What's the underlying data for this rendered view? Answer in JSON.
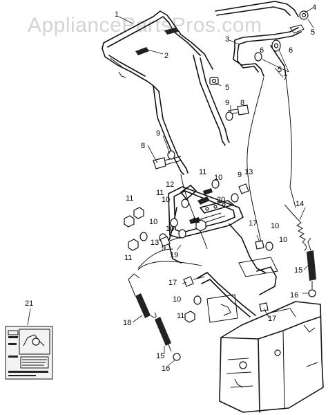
{
  "watermark": "AppliancePartsPros.com",
  "callouts": {
    "c1": "1",
    "c2": "2",
    "c3": "3",
    "c4": "4",
    "c5a": "5",
    "c5b": "5",
    "c5c": "5",
    "c6a": "6",
    "c6b": "6",
    "c7": "7",
    "c8a": "8",
    "c8b": "8",
    "c9a": "9",
    "c9b": "9",
    "c9c": "9",
    "c9d": "9",
    "c10a": "10",
    "c10b": "10",
    "c10c": "10",
    "c10d": "10",
    "c10e": "10",
    "c10f": "10",
    "c10g": "10",
    "c11a": "11",
    "c11b": "11",
    "c11c": "11",
    "c11d": "11",
    "c11e": "11",
    "c12": "12",
    "c13a": "13",
    "c13b": "13",
    "c14": "14",
    "c15a": "15",
    "c15b": "15",
    "c16a": "16",
    "c16b": "16",
    "c17a": "17",
    "c17b": "17",
    "c17c": "17",
    "c18": "18",
    "c19": "19",
    "c20": "20",
    "c21": "21"
  },
  "colors": {
    "ink": "#111111",
    "watermark": "#d4d4d4",
    "background": "#ffffff"
  }
}
